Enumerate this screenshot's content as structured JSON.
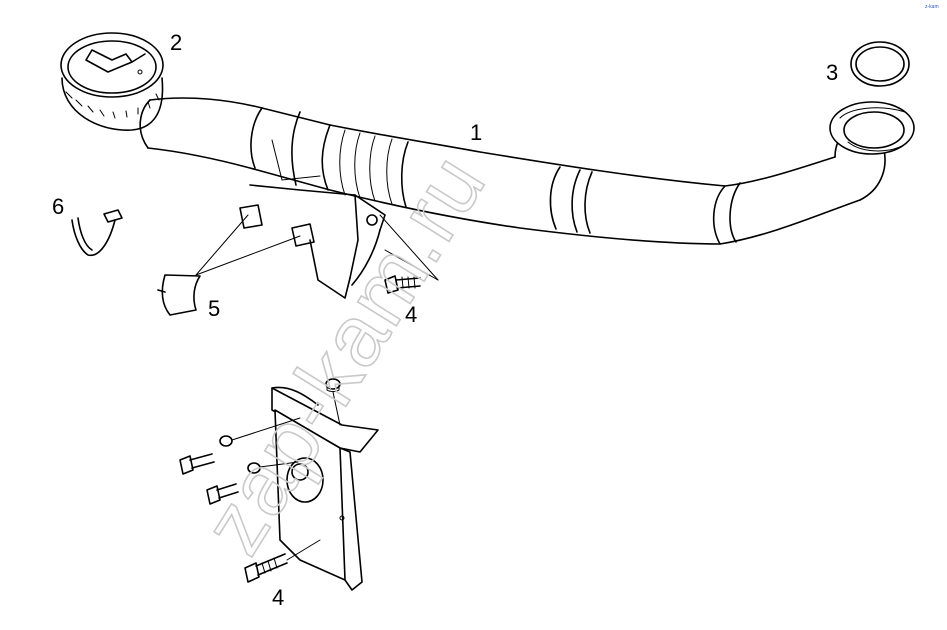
{
  "callouts": {
    "c1": "1",
    "c2": "2",
    "c3": "3",
    "c4a": "4",
    "c4b": "4",
    "c5": "5",
    "c6": "6"
  },
  "watermark": "zap-kam.ru",
  "corner_mark": "z-kam"
}
